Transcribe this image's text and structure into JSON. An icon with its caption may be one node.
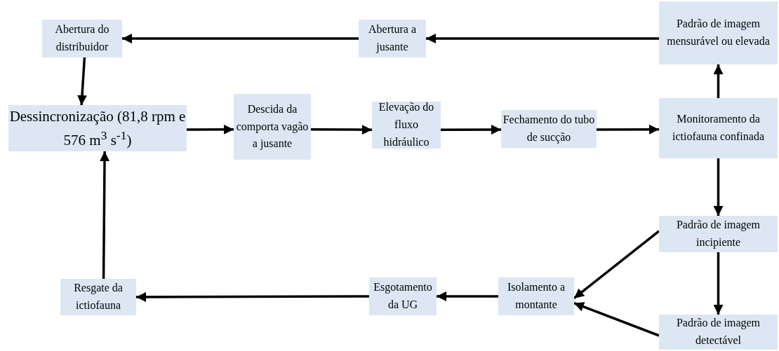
{
  "diagram": {
    "nodes": [
      {
        "text": [
          "Abertura do distribuidor"
        ]
      },
      {
        "text": [
          "Abertura a jusante"
        ]
      },
      {
        "text": [
          "Padrão de imagem mensurável ou elevada"
        ]
      },
      {
        "text": [
          "Dessincronização (81,8 rpm e 576 m$^{3}$ s$^{-1}$)"
        ]
      },
      {
        "text": [
          "Descida da comporta vagão a jusante"
        ]
      },
      {
        "text": [
          "Elevação do fluxo hidráulico"
        ]
      },
      {
        "text": [
          "Fechamento do tubo de sucção"
        ]
      },
      {
        "text": [
          "Monitoramento da ictiofauna confinada"
        ]
      },
      {
        "text": [
          "Padrão de imagem incipiente"
        ]
      },
      {
        "text": [
          "Isolamento a montante"
        ]
      },
      {
        "text": [
          "Esgotamento da UG"
        ]
      },
      {
        "text": [
          "Resgate da ictiofauna"
        ]
      },
      {
        "text": [
          "Padrão de imagem detectável"
        ]
      }
    ],
    "edges": [
      {
        "from": 2,
        "to": 1,
        "arrow": "to"
      },
      {
        "from": 1,
        "to": 0,
        "arrow": "to"
      },
      {
        "from": 0,
        "to": 3,
        "arrow": "to"
      },
      {
        "from": 3,
        "to": 4,
        "arrow": "to"
      },
      {
        "from": 4,
        "to": 5,
        "arrow": "to"
      },
      {
        "from": 5,
        "to": 6,
        "arrow": "to"
      },
      {
        "from": 6,
        "to": 7,
        "arrow": "to"
      },
      {
        "from": 7,
        "to": 2,
        "arrow": "to"
      },
      {
        "from": 7,
        "to": 8,
        "arrow": "to"
      },
      {
        "from": 8,
        "to": 9,
        "arrow": "to"
      },
      {
        "from": 8,
        "to": 12,
        "arrow": "to"
      },
      {
        "from": 12,
        "to": 9,
        "arrow": "to"
      },
      {
        "from": 9,
        "to": 10,
        "arrow": "to"
      },
      {
        "from": 10,
        "to": 11,
        "arrow": "to"
      },
      {
        "from": 11,
        "to": 3,
        "arrow": "to"
      }
    ]
  }
}
